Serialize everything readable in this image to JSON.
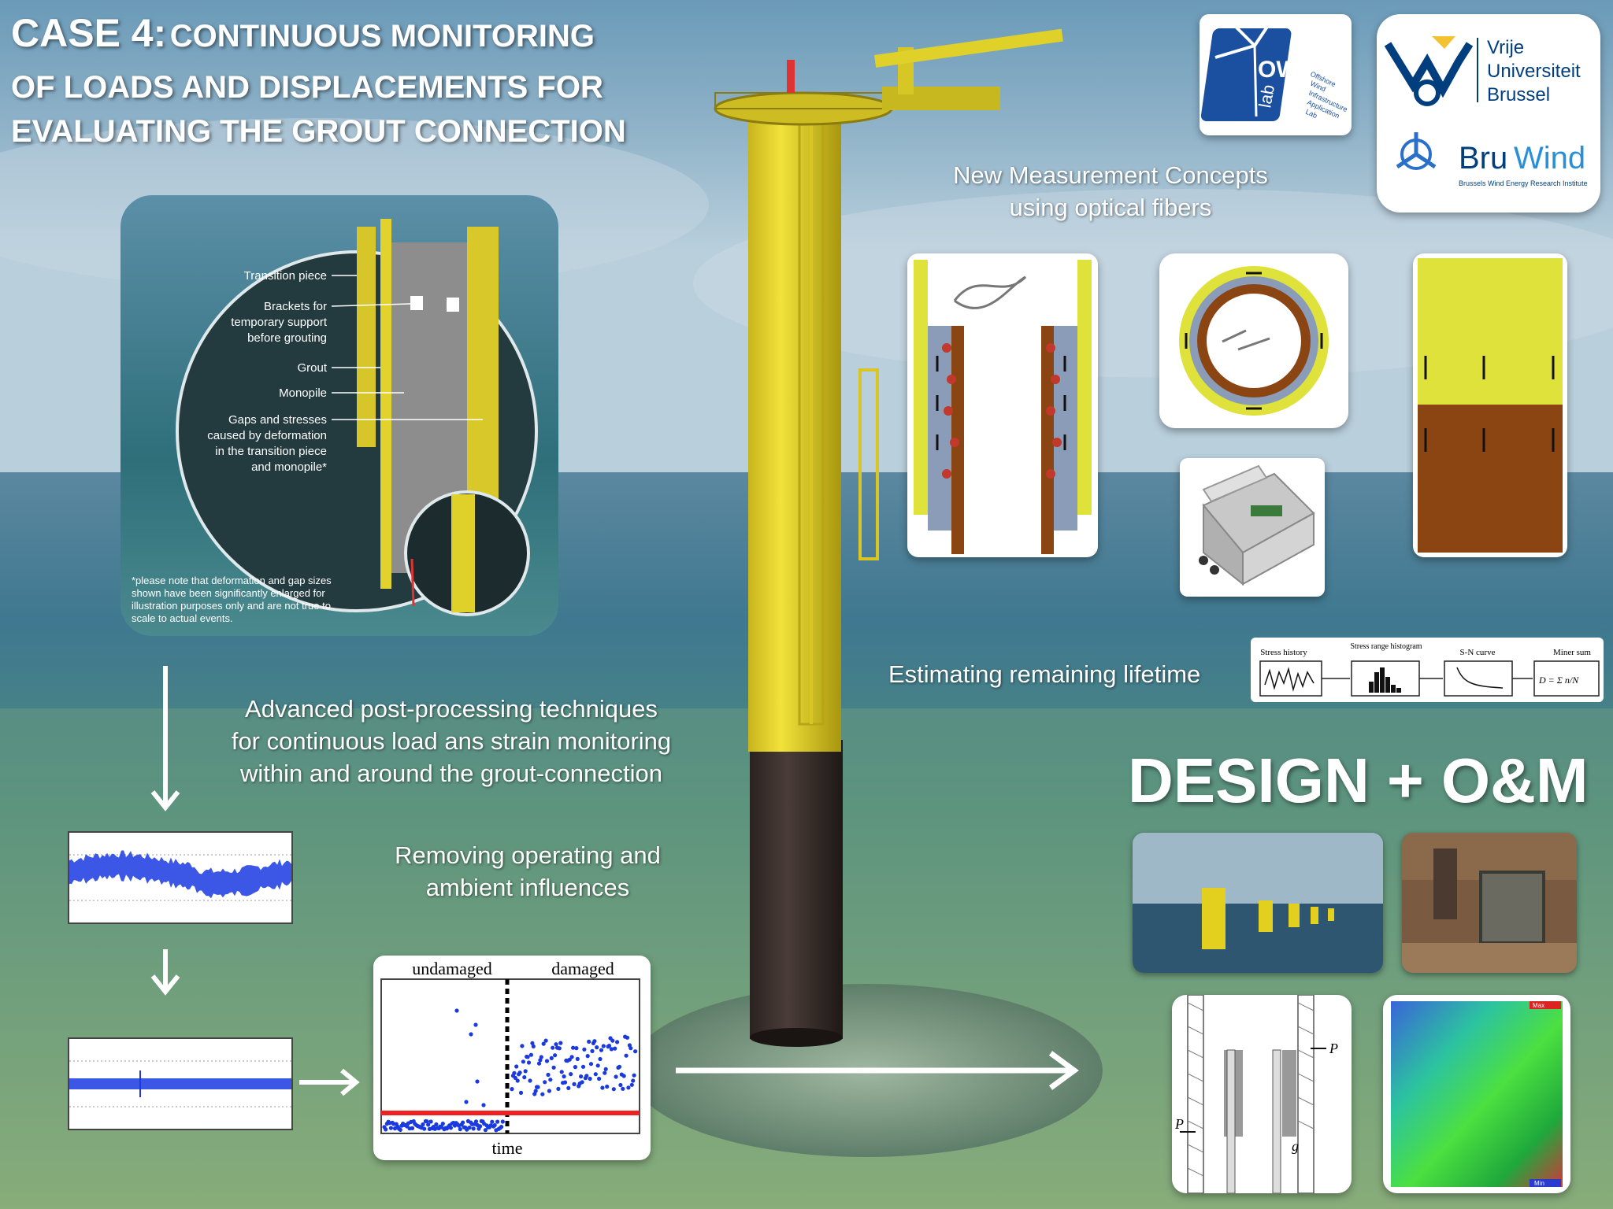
{
  "title": {
    "case": "CASE 4:",
    "line1": "CONTINUOUS MONITORING",
    "line2": "OF LOADS AND DISPLACEMENTS FOR",
    "line3": "EVALUATING THE GROUT CONNECTION"
  },
  "logos": {
    "owi": {
      "name": "OWI",
      "sub": "lab",
      "text": [
        "Offshore",
        "Wind",
        "Infrastructure",
        "Application",
        "Lab"
      ]
    },
    "vub": {
      "line1": "Vrije",
      "line2": "Universiteit",
      "line3": "Brussel"
    },
    "bruwind": {
      "name_a": "Bru",
      "name_b": "Wind",
      "sub": "Brussels Wind Energy Research Institute"
    }
  },
  "inset": {
    "labels": [
      "Transition piece",
      "Brackets for",
      "temporary support",
      "before grouting",
      "Grout",
      "Monopile",
      "Gaps and stresses",
      "caused by deformation",
      "in the transition piece",
      "and monopile*"
    ],
    "note": [
      "*please note that deformation and gap sizes",
      "shown have been significantly enlarged for",
      "illustration purposes only and are not true to",
      "scale to actual events."
    ]
  },
  "captions": {
    "measurement": [
      "New Measurement Concepts",
      "using optical fibers"
    ],
    "lifetime": "Estimating remaining lifetime",
    "postprocessing": [
      "Advanced post-processing techniques",
      "for continuous load ans strain monitoring",
      "within and around the grout-connection"
    ],
    "removing": [
      "Removing operating and",
      "ambient influences"
    ],
    "design": "DESIGN + O&M"
  },
  "lifetime_diagram": {
    "labels": [
      "Stress history",
      "Stress range histogram",
      "S-N curve",
      "Miner sum"
    ],
    "formula": "D = Σ n/N"
  },
  "damage_plot": {
    "undamaged": "undamaged",
    "damaged": "damaged",
    "xlabel": "time"
  },
  "grout_diagram": {
    "p_left": "P",
    "p_right": "P",
    "g": "g"
  },
  "fe_plot": {
    "max": "Max",
    "min": "Min"
  },
  "colors": {
    "yellow": "#e6d72a",
    "brown": "#8b4513",
    "grey_blue": "#8a9cb8",
    "plot_blue": "#1a3ae0",
    "threshold": "#ee2222"
  }
}
